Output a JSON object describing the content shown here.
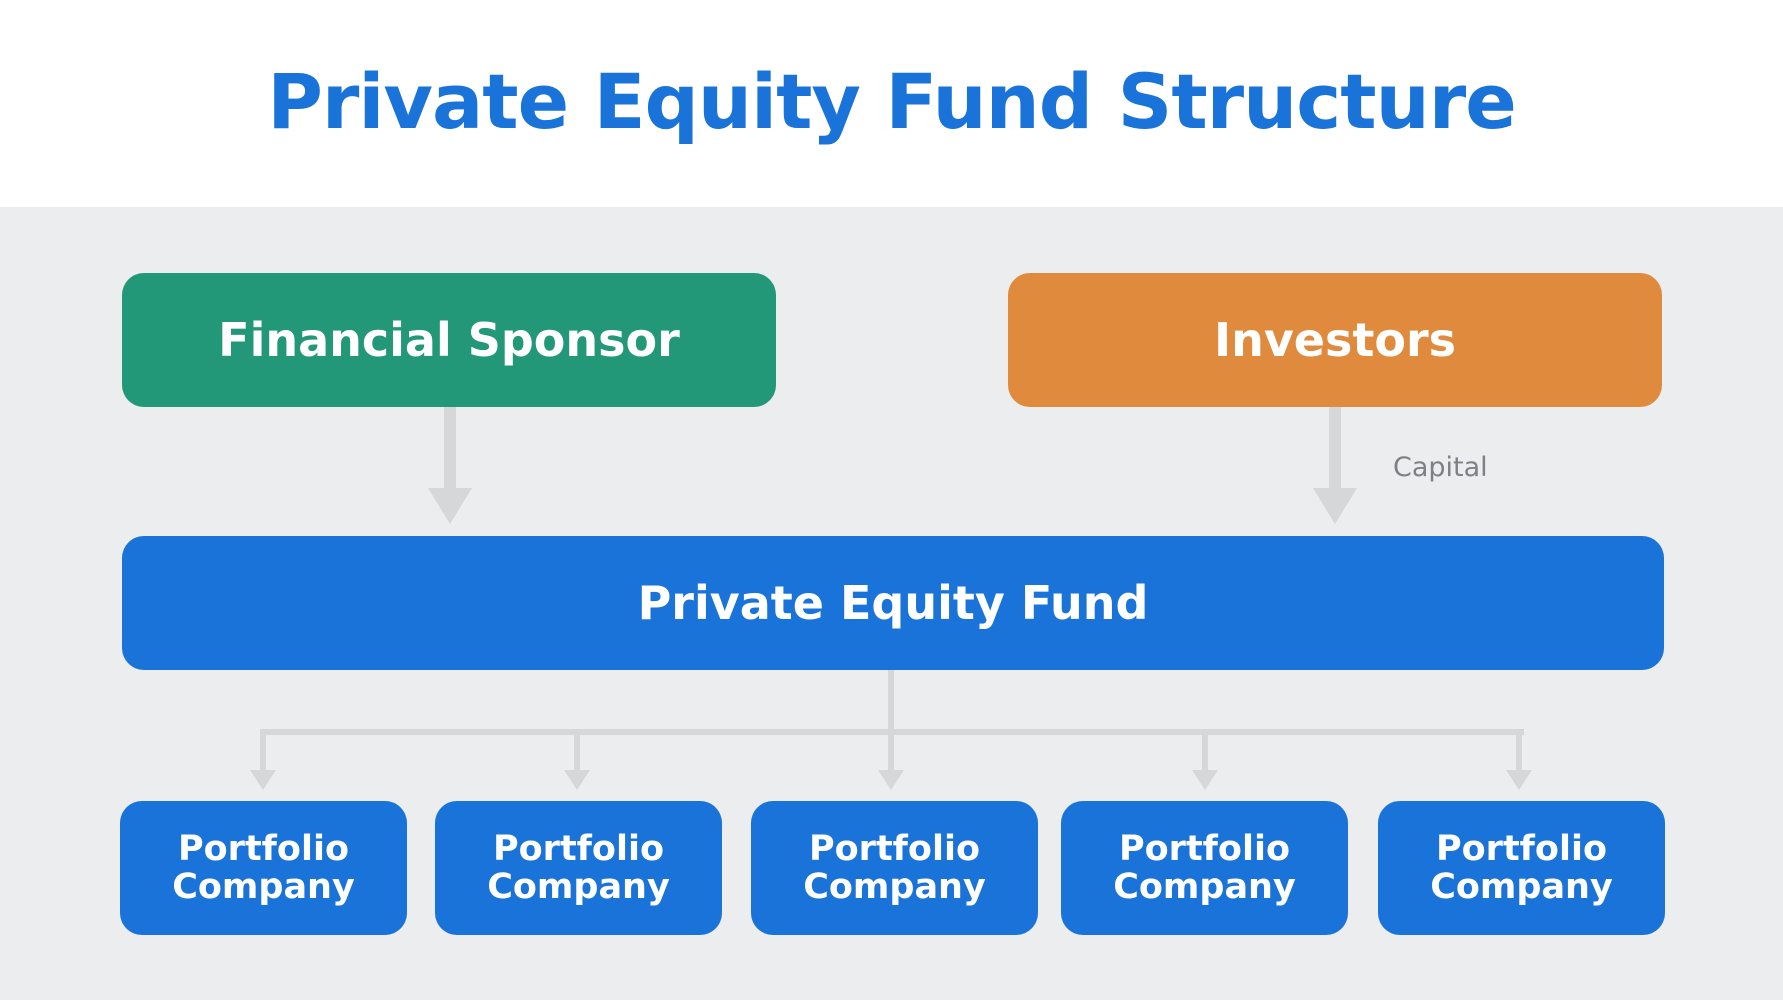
{
  "title": "Private Equity Fund Structure",
  "nodes": {
    "sponsor": "Financial Sponsor",
    "investors": "Investors",
    "fund": "Private Equity Fund",
    "portfolio": [
      "Portfolio Company",
      "Portfolio Company",
      "Portfolio Company",
      "Portfolio Company",
      "Portfolio Company"
    ]
  },
  "edge_labels": {
    "investors_to_fund": "Capital"
  },
  "colors": {
    "title": "#1a73d9",
    "sponsor": "#229878",
    "investors": "#df8a3c",
    "fund": "#1a73d9",
    "portfolio": "#1a73d9",
    "connector": "#d6d7d9",
    "background": "#ecedef"
  }
}
